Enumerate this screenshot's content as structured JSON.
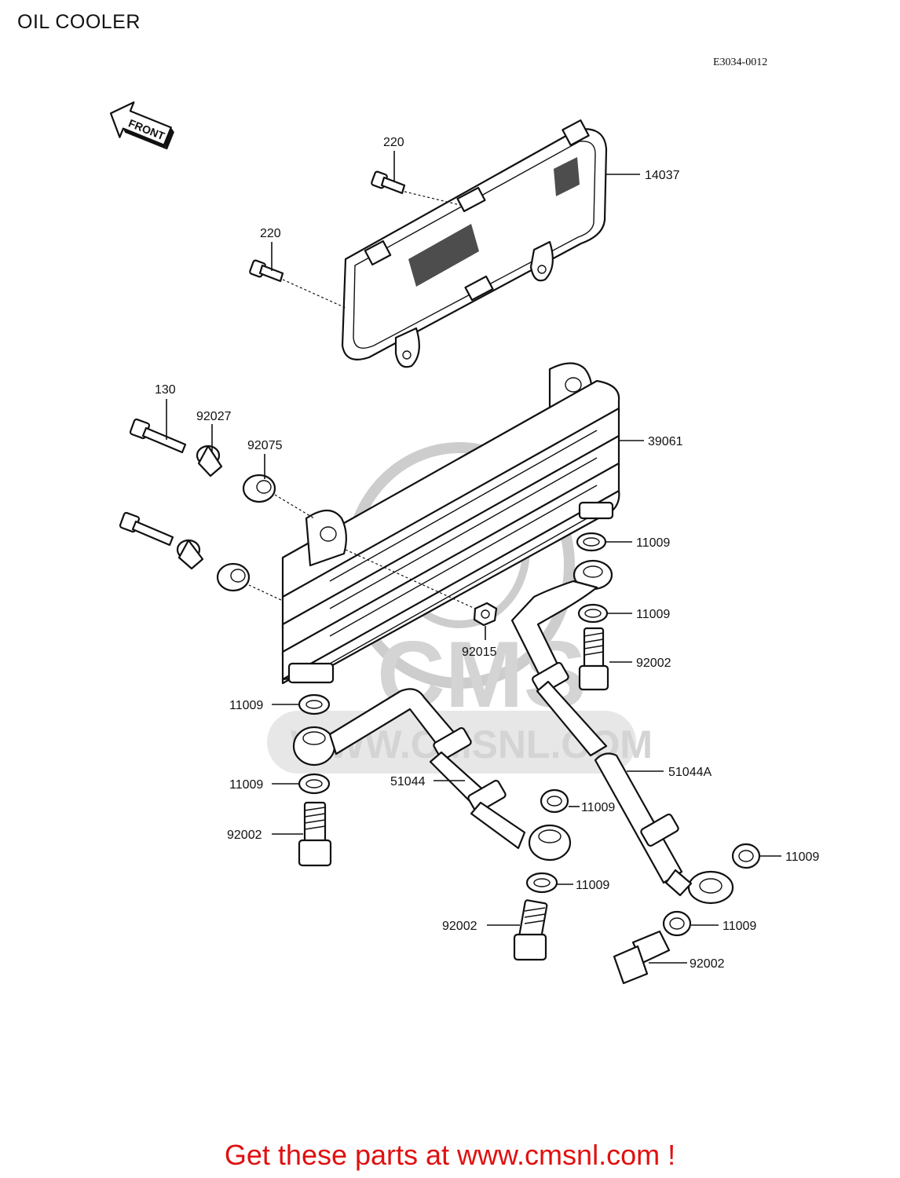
{
  "header": {
    "title": "OIL COOLER",
    "diagram_code": "E3034-0012"
  },
  "front_arrow": {
    "label": "FRONT"
  },
  "callouts": [
    {
      "id": "c1",
      "label": "220"
    },
    {
      "id": "c2",
      "label": "14037"
    },
    {
      "id": "c3",
      "label": "220"
    },
    {
      "id": "c4",
      "label": "130"
    },
    {
      "id": "c5",
      "label": "92027"
    },
    {
      "id": "c6",
      "label": "92075"
    },
    {
      "id": "c7",
      "label": "39061"
    },
    {
      "id": "c8",
      "label": "11009"
    },
    {
      "id": "c9",
      "label": "11009"
    },
    {
      "id": "c10",
      "label": "92002"
    },
    {
      "id": "c11",
      "label": "92015"
    },
    {
      "id": "c12",
      "label": "11009"
    },
    {
      "id": "c13",
      "label": "11009"
    },
    {
      "id": "c14",
      "label": "51044"
    },
    {
      "id": "c15",
      "label": "51044A"
    },
    {
      "id": "c16",
      "label": "92002"
    },
    {
      "id": "c17",
      "label": "11009"
    },
    {
      "id": "c18",
      "label": "11009"
    },
    {
      "id": "c19",
      "label": "11009"
    },
    {
      "id": "c20",
      "label": "92002"
    },
    {
      "id": "c21",
      "label": "11009"
    },
    {
      "id": "c22",
      "label": "92002"
    }
  ],
  "watermark": {
    "text": "CMS",
    "url": "WWW.CMSNL.COM"
  },
  "footer": {
    "promo": "Get these parts at www.cmsnl.com !",
    "promo_color": "#e01010"
  }
}
